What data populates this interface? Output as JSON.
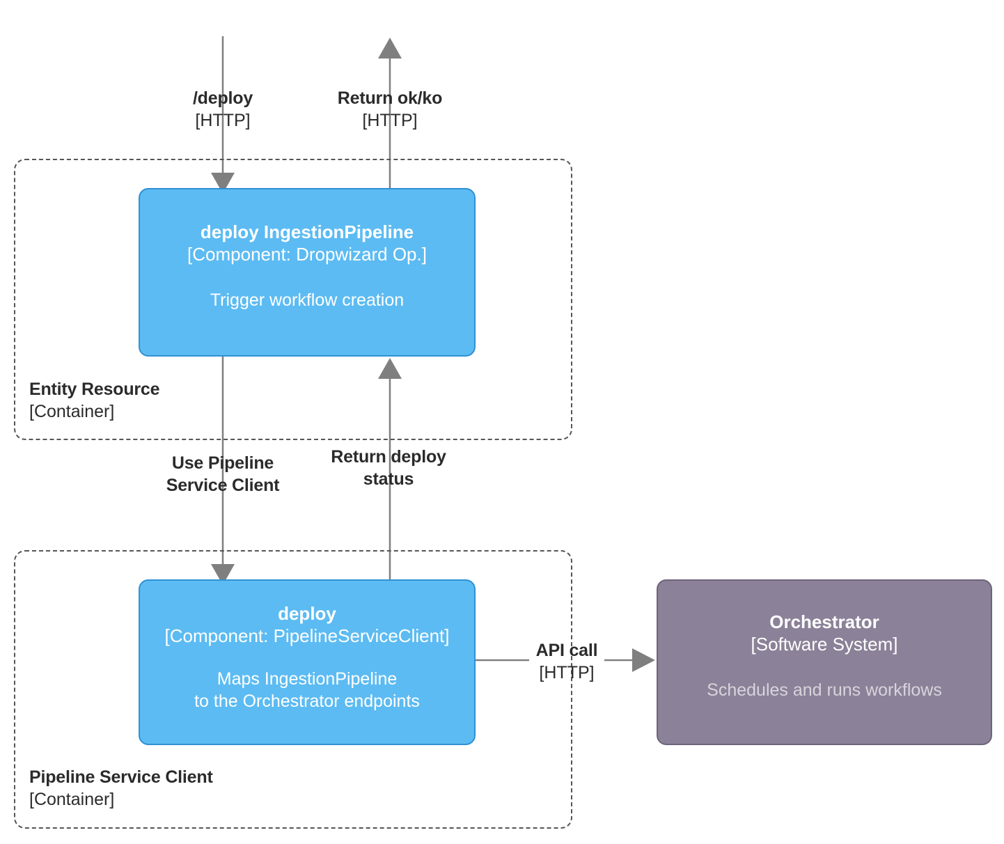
{
  "diagram": {
    "type": "c4-component-diagram",
    "colors": {
      "component_fill": "#5cbbf2",
      "component_stroke": "#2f91d4",
      "system_fill": "#8b8198",
      "system_stroke": "#6e6479",
      "edge_stroke": "#7f7f7f",
      "boundary_stroke": "#555555",
      "text_dark": "#2b2b2b",
      "text_light": "#ffffff",
      "text_muted": "#d8d4dc"
    }
  },
  "boundaries": [
    {
      "id": "entity-resource",
      "name": "Entity Resource",
      "type": "[Container]"
    },
    {
      "id": "pipeline-service-client",
      "name": "Pipeline Service Client",
      "type": "[Container]"
    }
  ],
  "nodes": [
    {
      "id": "deploy-ingestion-pipeline",
      "title": "deploy IngestionPipeline",
      "tech": "[Component: Dropwizard Op.]",
      "description": "Trigger workflow creation",
      "kind": "component"
    },
    {
      "id": "deploy-pipeline-service-client",
      "title": "deploy",
      "tech": "[Component: PipelineServiceClient]",
      "description_line1": "Maps IngestionPipeline",
      "description_line2": "to the Orchestrator endpoints",
      "kind": "component"
    },
    {
      "id": "orchestrator",
      "title": "Orchestrator",
      "tech": "[Software System]",
      "description": "Schedules and runs workflows",
      "kind": "system"
    }
  ],
  "edges": [
    {
      "id": "deploy-request",
      "label": "/deploy",
      "tech": "[HTTP]",
      "direction": "down"
    },
    {
      "id": "return-ok-ko",
      "label": "Return ok/ko",
      "tech": "[HTTP]",
      "direction": "up"
    },
    {
      "id": "use-pipeline-service-client",
      "label_line1": "Use Pipeline",
      "label_line2": "Service Client",
      "tech": "",
      "direction": "down"
    },
    {
      "id": "return-deploy-status",
      "label_line1": "Return deploy",
      "label_line2": "status",
      "tech": "",
      "direction": "up"
    },
    {
      "id": "api-call",
      "label": "API call",
      "tech": "[HTTP]",
      "direction": "right"
    }
  ]
}
